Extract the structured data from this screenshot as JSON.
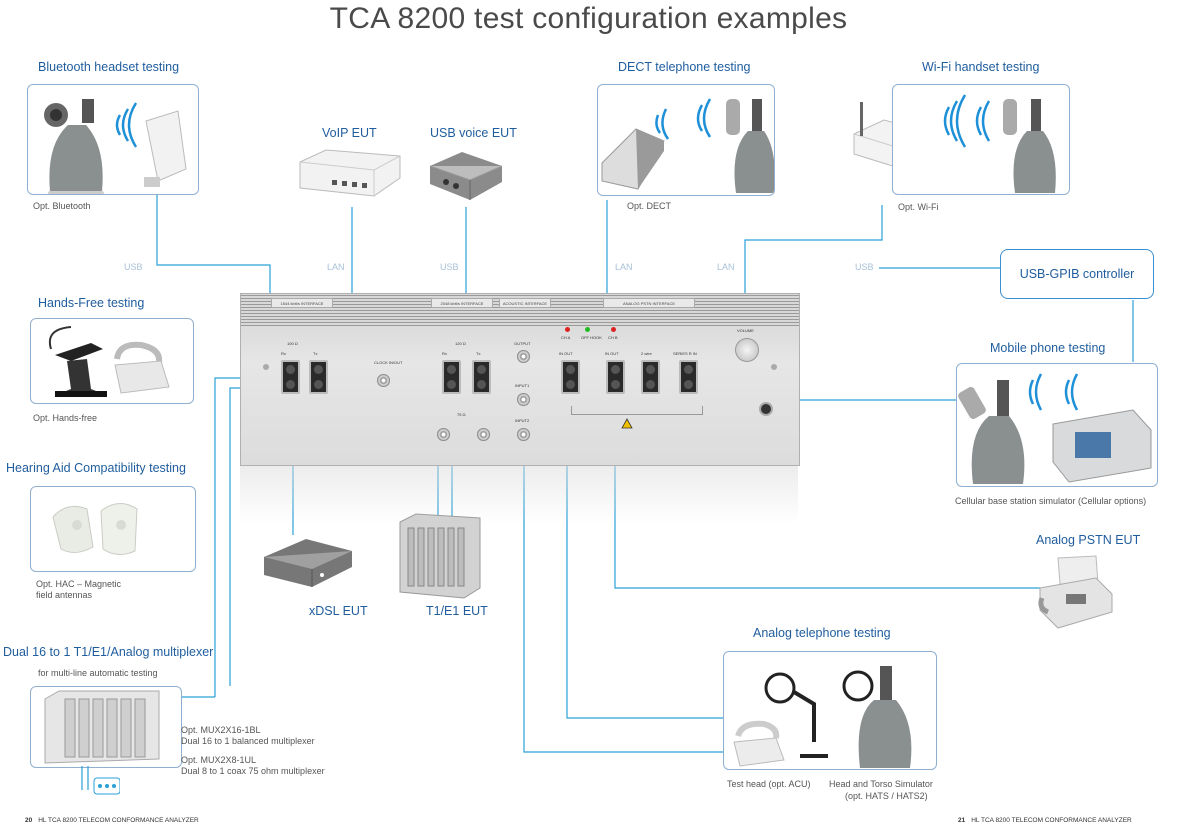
{
  "title": "TCA 8200 test configuration examples",
  "colors": {
    "line": "#2aa0d8",
    "heading": "#1f5d9e",
    "frame": "#8fb0d0"
  },
  "sections": {
    "bluetooth": {
      "heading": "Bluetooth headset testing",
      "caption": "Opt. Bluetooth"
    },
    "voip": {
      "heading": "VoIP EUT"
    },
    "usb_voice": {
      "heading": "USB voice EUT"
    },
    "dect": {
      "heading": "DECT telephone testing",
      "caption": "Opt. DECT"
    },
    "wifi": {
      "heading": "Wi-Fi handset testing",
      "caption": "Opt. Wi-Fi"
    },
    "usb_gpib": {
      "heading": "USB-GPIB controller"
    },
    "handsfree": {
      "heading": "Hands-Free testing",
      "caption": "Opt. Hands-free"
    },
    "hac": {
      "heading": "Hearing Aid Compatibility testing",
      "caption_line1": "Opt. HAC – Magnetic",
      "caption_line2": "field antennas"
    },
    "mobile": {
      "heading": "Mobile phone testing",
      "caption": "Cellular base station simulator (Cellular options)"
    },
    "analog_pstn": {
      "heading": "Analog PSTN EUT"
    },
    "xdsl": {
      "heading": "xDSL EUT"
    },
    "t1e1": {
      "heading": "T1/E1 EUT"
    },
    "mux": {
      "heading": "Dual 16 to 1 T1/E1/Analog multiplexer",
      "subheading": "for multi-line automatic testing",
      "opt1_line1": "Opt. MUX2X16-1BL",
      "opt1_line2": "Dual 16 to 1 balanced multiplexer",
      "opt2_line1": "Opt. MUX2X8-1UL",
      "opt2_line2": "Dual 8 to 1 coax 75 ohm multiplexer"
    },
    "analog_tel": {
      "heading": "Analog telephone testing",
      "caption_left": "Test head (opt. ACU)",
      "caption_right_line1": "Head and Torso Simulator",
      "caption_right_line2": "(opt. HATS / HATS2)"
    }
  },
  "link_labels": {
    "usb1": "USB",
    "lan1": "LAN",
    "usb2": "USB",
    "lan2": "LAN",
    "lan3": "LAN",
    "usb3": "USB"
  },
  "panel": {
    "if1544": "1544 kbit/s INTERFACE",
    "if2048": "2048 kbit/s INTERFACE",
    "acoustic": "ACOUSTIC INTERFACE",
    "analog_pstn": "ANALOG PSTN INTERFACE",
    "ohm100": "100 Ω",
    "ohm120": "120 Ω",
    "ohm75": "75 Ω",
    "rx": "Rx",
    "tx": "Tx",
    "clock": "CLOCK IN/OUT",
    "output": "OUTPUT",
    "input1": "INPUT1",
    "input2": "INPUT2",
    "cha": "CH A",
    "chb": "CH B",
    "offhook": "OFF HOOK",
    "inout1": "IN OUT",
    "inout2": "IN OUT",
    "twowire": "2 wire",
    "series": "SERIES R IN",
    "volume": "VOLUME"
  },
  "footer": {
    "left_page": "20",
    "left_text": "HL TCA 8200 TELECOM CONFORMANCE ANALYZER",
    "right_page": "21",
    "right_text": "HL TCA 8200 TELECOM CONFORMANCE ANALYZER"
  }
}
